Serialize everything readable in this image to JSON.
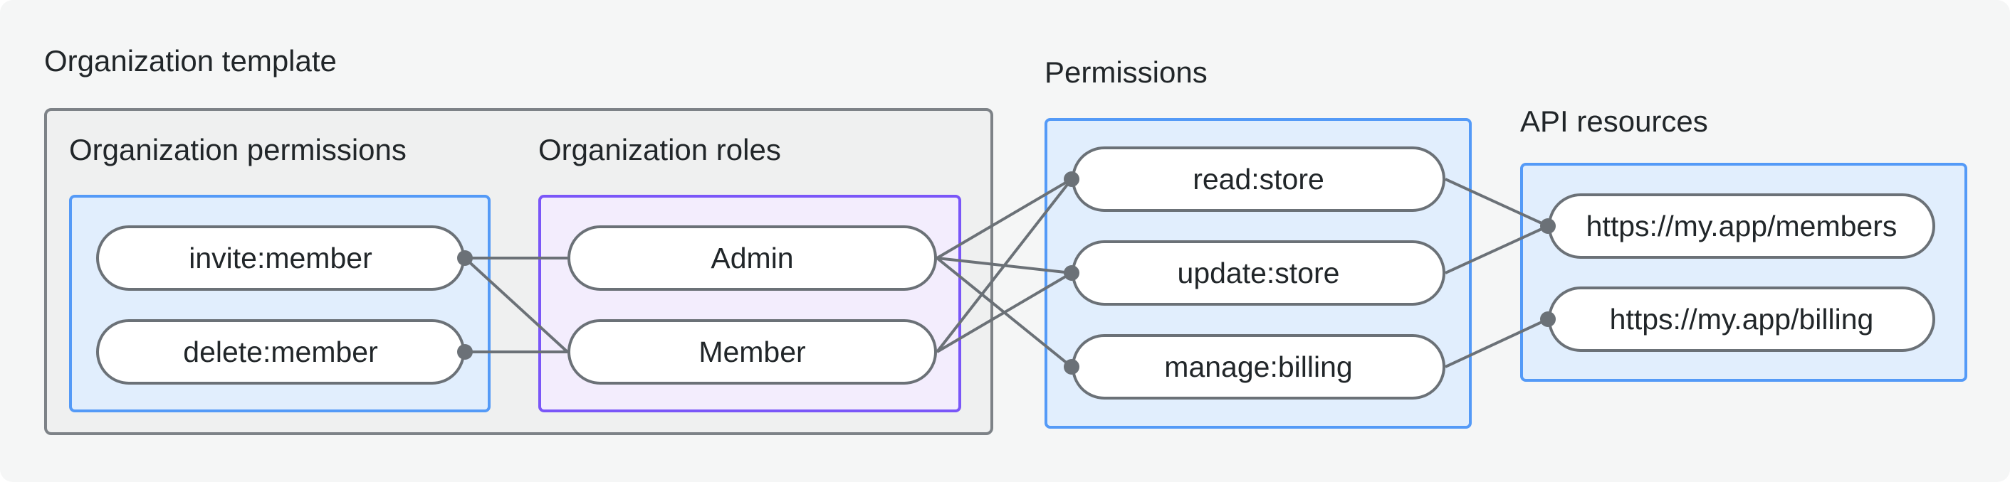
{
  "diagram": {
    "title": "Organization template",
    "groups": [
      {
        "id": "org-permissions",
        "label": "Organization permissions",
        "style": "blue",
        "nodes": [
          {
            "id": "invite-member",
            "label": "invite:member"
          },
          {
            "id": "delete-member",
            "label": "delete:member"
          }
        ]
      },
      {
        "id": "org-roles",
        "label": "Organization roles",
        "style": "purple",
        "nodes": [
          {
            "id": "admin",
            "label": "Admin"
          },
          {
            "id": "member",
            "label": "Member"
          }
        ]
      },
      {
        "id": "permissions",
        "label": "Permissions",
        "style": "blue",
        "nodes": [
          {
            "id": "read-store",
            "label": "read:store"
          },
          {
            "id": "update-store",
            "label": "update:store"
          },
          {
            "id": "manage-billing",
            "label": "manage:billing"
          }
        ]
      },
      {
        "id": "api-resources",
        "label": "API resources",
        "style": "blue",
        "nodes": [
          {
            "id": "members-url",
            "label": "https://my.app/members"
          },
          {
            "id": "billing-url",
            "label": "https://my.app/billing"
          }
        ]
      }
    ],
    "edges": [
      {
        "from": "invite-member",
        "to": "admin"
      },
      {
        "from": "invite-member",
        "to": "member"
      },
      {
        "from": "delete-member",
        "to": "member"
      },
      {
        "from": "admin",
        "to": "read-store"
      },
      {
        "from": "admin",
        "to": "update-store"
      },
      {
        "from": "admin",
        "to": "manage-billing"
      },
      {
        "from": "member",
        "to": "read-store"
      },
      {
        "from": "member",
        "to": "update-store"
      },
      {
        "from": "read-store",
        "to": "members-url"
      },
      {
        "from": "update-store",
        "to": "members-url"
      },
      {
        "from": "manage-billing",
        "to": "billing-url"
      }
    ],
    "dots": [
      {
        "node": "invite-member",
        "side": "right"
      },
      {
        "node": "delete-member",
        "side": "right"
      },
      {
        "node": "read-store",
        "side": "left"
      },
      {
        "node": "update-store",
        "side": "left"
      },
      {
        "node": "manage-billing",
        "side": "left"
      },
      {
        "node": "members-url",
        "side": "left"
      },
      {
        "node": "billing-url",
        "side": "left"
      }
    ],
    "colors": {
      "canvas": "#f5f6f6",
      "grey_box_fill": "#eff0f0",
      "grey_box_border": "#7d8287",
      "blue_box_fill": "#e1eefd",
      "blue_box_border": "#549af7",
      "purple_box_fill": "#f3edfd",
      "purple_box_border": "#7a56f8",
      "pill_fill": "#ffffff",
      "pill_border": "#6b7177",
      "connector": "#6b7177",
      "text": "#212629"
    }
  }
}
